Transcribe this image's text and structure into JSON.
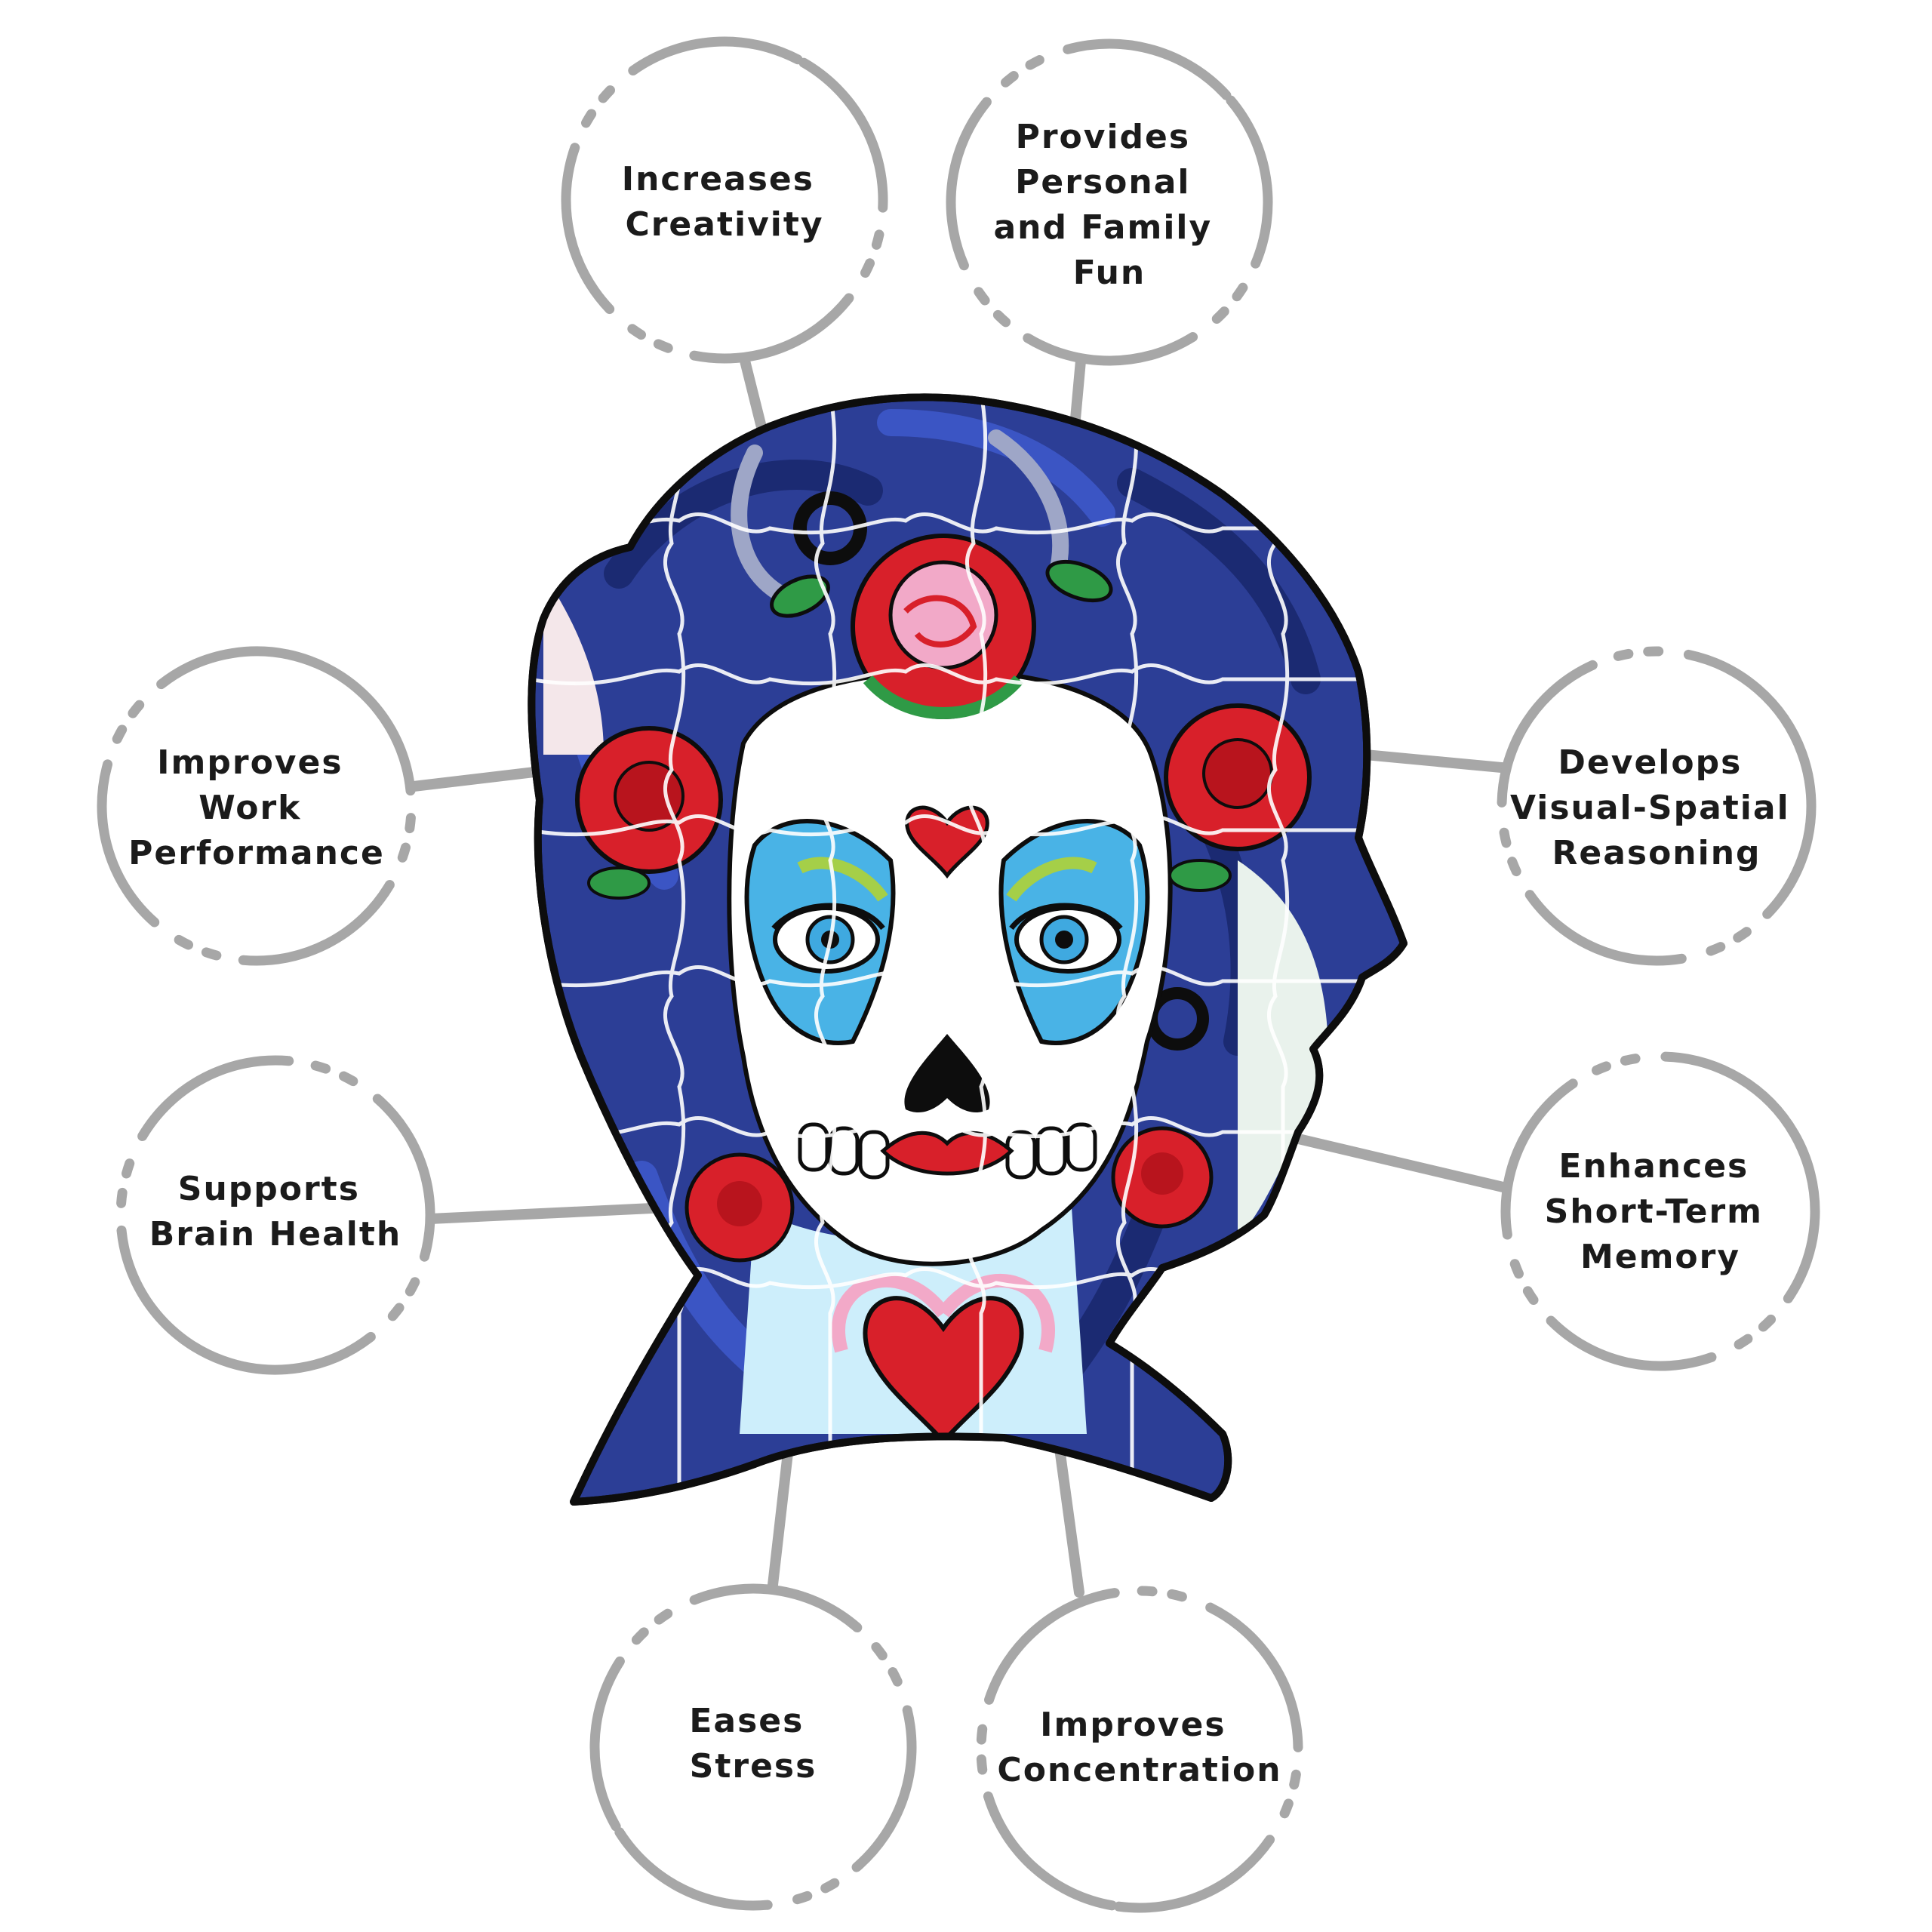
{
  "colors": {
    "ring": "#a7a7a7",
    "connector": "#a7a7a7",
    "label_text": "#1b1b1b",
    "outline": "#0d0d0d",
    "hair_blue": "#2c3e96",
    "rose_red": "#d8202a",
    "leaf_green": "#2f9a46",
    "skull_white": "#ffffff",
    "eye_blue": "#49b3e6",
    "petal_pink": "#f2a9c8",
    "lime": "#a5cf48"
  },
  "illustration": {
    "subject": "sugar-skull head silhouette jigsaw puzzle",
    "icons": [
      "head-silhouette-icon",
      "sugar-skull-icon",
      "rose-icon",
      "heart-icon",
      "puzzle-seams-icon"
    ]
  },
  "benefits": [
    {
      "id": "increases-creativity",
      "lines": [
        "Increases",
        "Creativity"
      ]
    },
    {
      "id": "personal-family-fun",
      "lines": [
        "Provides",
        "Personal",
        "and Family",
        "Fun"
      ]
    },
    {
      "id": "improves-work-performance",
      "lines": [
        "Improves",
        "Work",
        "Performance"
      ]
    },
    {
      "id": "visual-spatial-reasoning",
      "lines": [
        "Develops",
        "Visual-Spatial",
        "Reasoning"
      ]
    },
    {
      "id": "supports-brain-health",
      "lines": [
        "Supports",
        "Brain Health"
      ]
    },
    {
      "id": "short-term-memory",
      "lines": [
        "Enhances",
        "Short-Term",
        "Memory"
      ]
    },
    {
      "id": "eases-stress",
      "lines": [
        "Eases",
        "Stress"
      ]
    },
    {
      "id": "improves-concentration",
      "lines": [
        "Improves",
        "Concentration"
      ]
    }
  ]
}
